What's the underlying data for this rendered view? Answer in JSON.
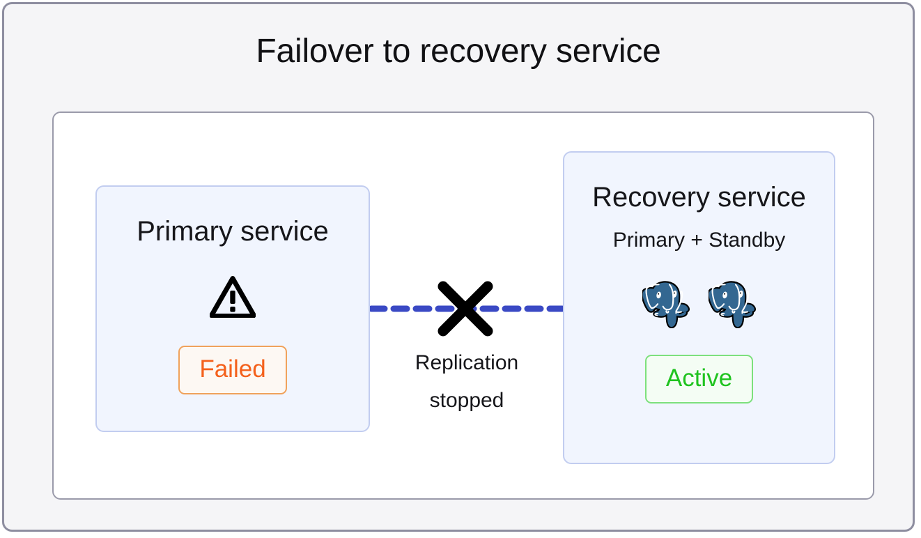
{
  "diagram": {
    "title": "Failover to recovery service",
    "type": "failover-architecture-diagram"
  },
  "primary_service": {
    "title": "Primary service",
    "icon": "warning-triangle-icon",
    "status_badge": {
      "label": "Failed",
      "text_color": "#f4611c",
      "border_color": "#f0a25c",
      "background_color": "#fdf8f3"
    },
    "box_background": "#f1f5fe",
    "box_border": "#c2cdf0"
  },
  "recovery_service": {
    "title": "Recovery service",
    "subtitle": "Primary + Standby",
    "nodes": [
      {
        "icon": "postgresql-elephant-icon",
        "role": "Primary"
      },
      {
        "icon": "postgresql-elephant-icon",
        "role": "Standby"
      }
    ],
    "status_badge": {
      "label": "Active",
      "text_color": "#1fc31f",
      "border_color": "#7de07d",
      "background_color": "#f4fdf4"
    },
    "box_background": "#f1f5fe",
    "box_border": "#c2cdf0"
  },
  "connector": {
    "line_style": "dashed",
    "line_color": "#3a49c4",
    "break_icon": "x-cross-icon",
    "break_icon_color": "#000000",
    "label_line_1": "Replication",
    "label_line_2": "stopped"
  },
  "theme": {
    "page_background": "#f5f5f7",
    "panel_background": "#ffffff",
    "frame_border": "#8e8ea0",
    "panel_border": "#9a9aaa",
    "postgres_blue": "#336791"
  }
}
